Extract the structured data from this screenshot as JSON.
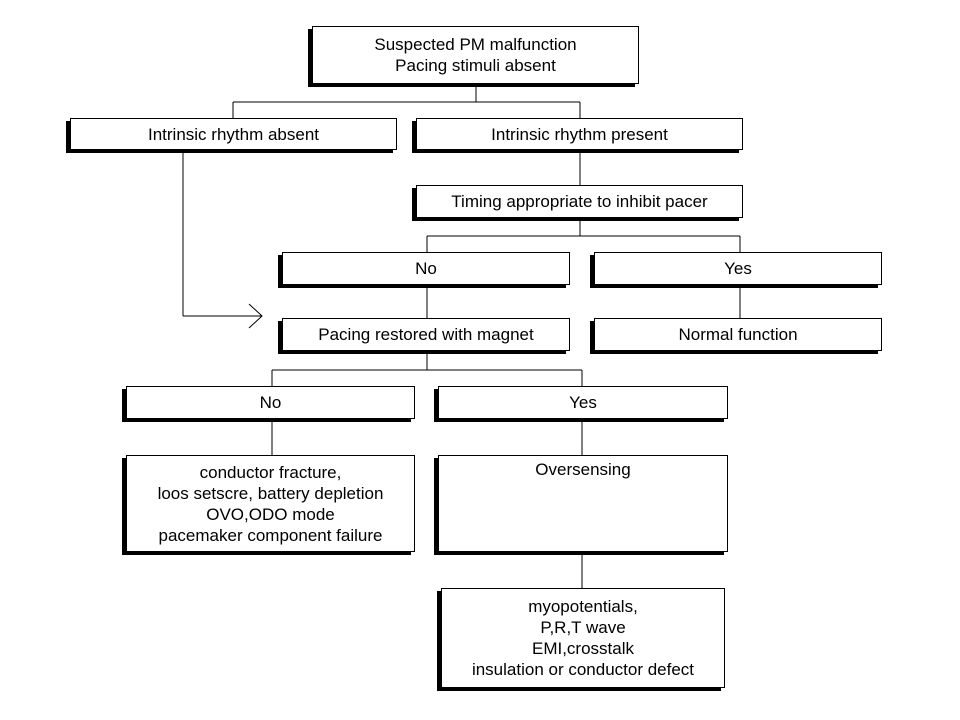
{
  "nodes": {
    "root": [
      "Suspected PM malfunction",
      "Pacing stimuli absent"
    ],
    "intrinsic_absent": [
      "Intrinsic rhythm absent"
    ],
    "intrinsic_present": [
      "Intrinsic rhythm present"
    ],
    "timing": [
      "Timing appropriate to inhibit pacer"
    ],
    "timing_no": [
      "No"
    ],
    "timing_yes": [
      "Yes"
    ],
    "magnet": [
      "Pacing restored with magnet"
    ],
    "normal": [
      "Normal function"
    ],
    "magnet_no": [
      "No"
    ],
    "magnet_yes": [
      "Yes"
    ],
    "causes_no": [
      "conductor fracture,",
      "loos setscre, battery depletion",
      "OVO,ODO mode",
      "pacemaker component failure"
    ],
    "oversensing": [
      "Oversensing"
    ],
    "causes_oversensing": [
      "myopotentials,",
      "P,R,T wave",
      "EMI,crosstalk",
      "insulation or conductor defect"
    ]
  },
  "colors": {
    "line": "#000000",
    "box_border": "#000000",
    "box_shadow": "#000000",
    "background": "#ffffff"
  }
}
